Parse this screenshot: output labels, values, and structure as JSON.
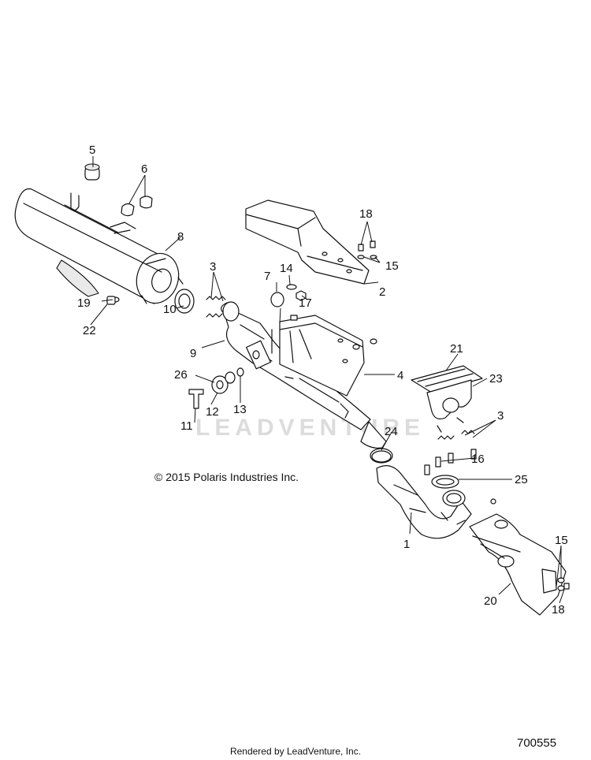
{
  "watermark": "LEADVENTURE",
  "copyright": "© 2015 Polaris Industries Inc.",
  "footer": "Rendered by LeadVenture, Inc.",
  "drawing_number": "700555",
  "callouts": {
    "c1": "1",
    "c2": "2",
    "c3a": "3",
    "c3b": "3",
    "c4": "4",
    "c5": "5",
    "c6": "6",
    "c7": "7",
    "c8": "8",
    "c9": "9",
    "c10": "10",
    "c11": "11",
    "c12": "12",
    "c13": "13",
    "c14": "14",
    "c15a": "15",
    "c15b": "15",
    "c16": "16",
    "c17": "17",
    "c18a": "18",
    "c18b": "18",
    "c19": "19",
    "c20": "20",
    "c21": "21",
    "c22": "22",
    "c23": "23",
    "c24": "24",
    "c25": "25",
    "c26": "26"
  }
}
